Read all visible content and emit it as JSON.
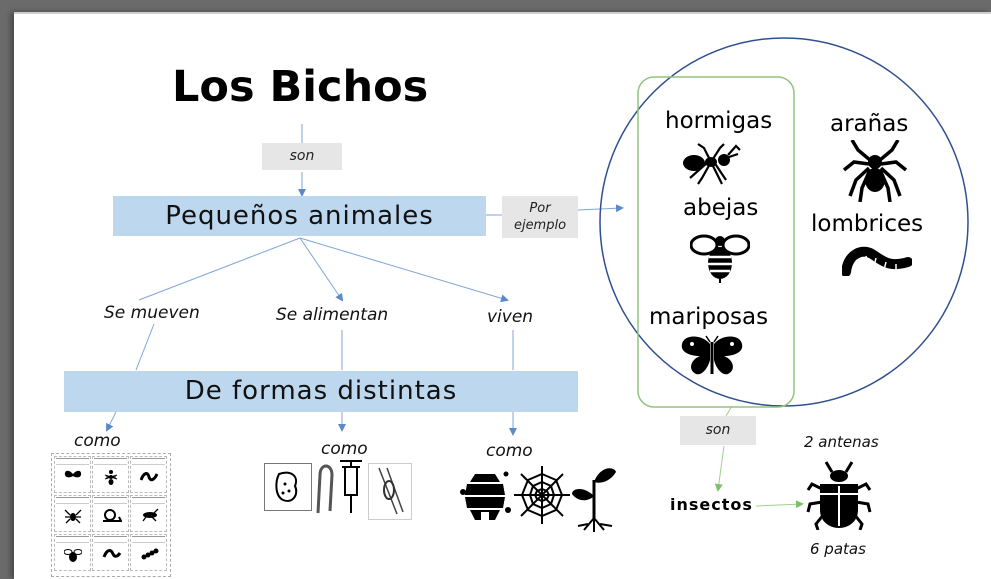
{
  "title": "Los Bichos",
  "links": {
    "son_top": "son",
    "por_ejemplo_1": "Por",
    "por_ejemplo_2": "ejemplo",
    "son_bottom": "son"
  },
  "main_concept": "Pequeños  animales",
  "branches": [
    "Se mueven",
    "Se alimentan",
    "viven"
  ],
  "middle_concept": "De formas distintas",
  "como": [
    "como",
    "como",
    "como"
  ],
  "examples": {
    "in_insect_group": [
      "hormigas",
      "abejas",
      "mariposas"
    ],
    "outside_group": [
      "arañas",
      "lombrices"
    ]
  },
  "insectos": {
    "label": "insectos",
    "top": "2 antenas",
    "bottom": "6 patas"
  },
  "icons": [
    "ant-icon",
    "bee-icon",
    "butterfly-icon",
    "spider-icon",
    "worm-icon",
    "beetle-icon",
    "beehive-icon",
    "spiderweb-icon",
    "plant-icon",
    "syringe-icon",
    "leaf-icon",
    "straw-icon"
  ],
  "colors": {
    "blue_box": "#bdd7ee",
    "grey_box": "#e6e6e6",
    "arrow": "#5b8ac9",
    "circle": "#2f4f8f",
    "green_rect": "#92c47d",
    "green_arrow": "#7fbf6a"
  }
}
